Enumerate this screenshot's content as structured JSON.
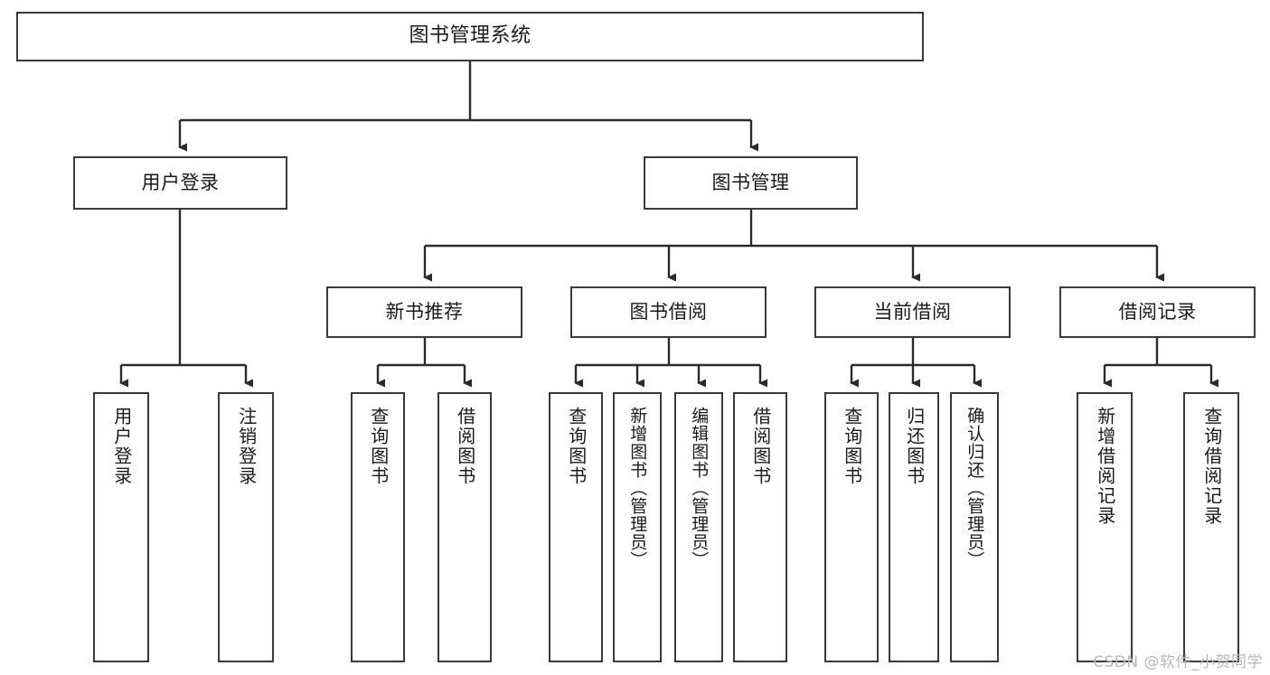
{
  "diagram": {
    "type": "tree",
    "title": "图书管理系统",
    "orientation": "top-down",
    "colors": {
      "box_border": "#3a3a3a",
      "box_fill": "#ffffff",
      "edge": "#2b2b2b",
      "text": "#1a1a1a",
      "watermark": "#b9b9b9"
    }
  },
  "watermark": {
    "text": "CSDN @软件_小贺同学"
  },
  "nodes": {
    "root": {
      "label": "图书管理系统"
    },
    "level2": [
      {
        "label": "用户登录"
      },
      {
        "label": "图书管理"
      }
    ],
    "level3": [
      {
        "label": "新书推荐"
      },
      {
        "label": "图书借阅"
      },
      {
        "label": "当前借阅"
      },
      {
        "label": "借阅记录"
      }
    ],
    "leaves": {
      "user_login": [
        {
          "label": "用户登录"
        },
        {
          "label": "注销登录"
        }
      ],
      "new_book_recommend": [
        {
          "label": "查询图书"
        },
        {
          "label": "借阅图书"
        }
      ],
      "book_borrow": [
        {
          "label": "查询图书"
        },
        {
          "label": "新增图书（管理员）"
        },
        {
          "label": "编辑图书（管理员）"
        },
        {
          "label": "借阅图书"
        }
      ],
      "current_borrow": [
        {
          "label": "查询图书"
        },
        {
          "label": "归还图书"
        },
        {
          "label": "确认归还（管理员）"
        }
      ],
      "borrow_record": [
        {
          "label": "新增借阅记录"
        },
        {
          "label": "查询借阅记录"
        }
      ]
    }
  }
}
